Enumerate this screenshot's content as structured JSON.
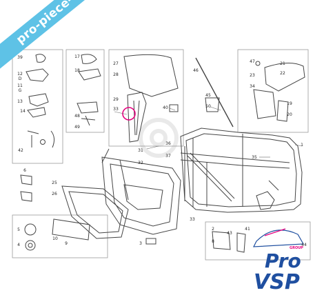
{
  "labels": {
    "l39": "39",
    "l12": "12",
    "l1d": "D",
    "l11": "11",
    "l1g": "G",
    "l13": "13",
    "l14": "14",
    "l42": "42",
    "l17": "17",
    "l18": "18",
    "l48": "48",
    "l49": "49",
    "l6": "6",
    "l25": "25",
    "l26": "26",
    "l5": "5",
    "l4": "4",
    "l10": "10",
    "l9": "9",
    "l27": "27",
    "l28": "28",
    "l29": "29",
    "l33": "33",
    "l31": "31",
    "l32": "32",
    "l36": "36",
    "l37": "37",
    "l40": "40",
    "l46": "46",
    "l45": "45",
    "l50": "50",
    "l47": "47",
    "l23": "23",
    "l34": "34",
    "l21": "21",
    "l22": "22",
    "l19": "19",
    "l20": "20",
    "l1": "1",
    "l35": "35",
    "l3": "3",
    "l2": "2",
    "l8": "8",
    "l43": "43",
    "l41": "41",
    "l44": "44"
  },
  "banner": {
    "text": "pro-piece-vsp.com"
  },
  "logo": {
    "group": "GROUP",
    "pro": "Pro",
    "vsp": "VSP"
  },
  "colors": {
    "banner": "#5ec2e6",
    "logo_blue": "#1f4fa0",
    "logo_pink": "#e6007e",
    "lines": "#555555",
    "highlight": "#e6007e"
  }
}
